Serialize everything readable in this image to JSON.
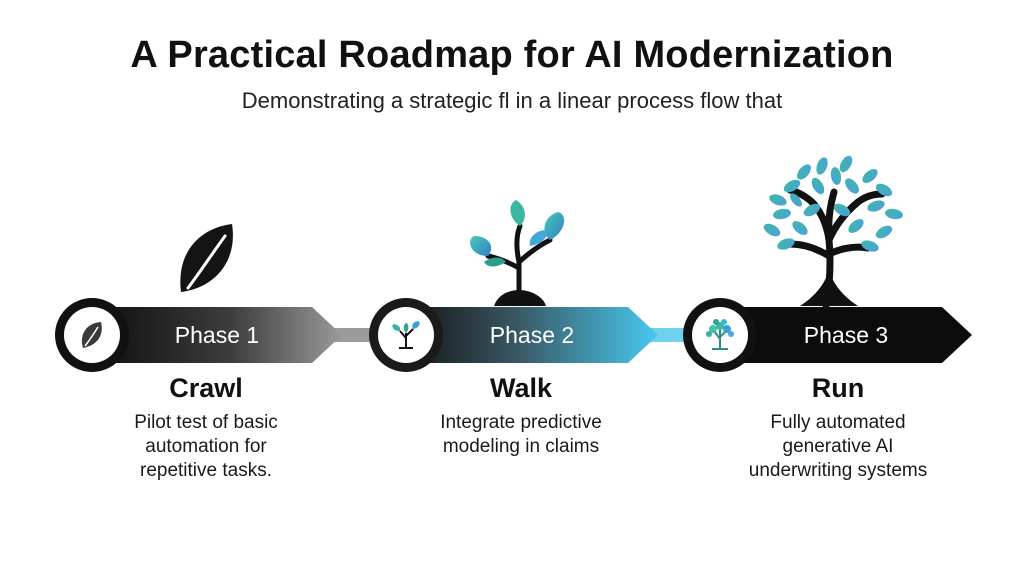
{
  "title": "A Practical Roadmap for AI Modernization",
  "subtitle": "Demonstrating a strategic fl in a linear process flow that",
  "phases": [
    {
      "label": "Phase 1",
      "name": "Crawl",
      "description_lines": [
        "Pilot test of basic",
        "automation for",
        "repetitive tasks."
      ],
      "icon": "leaf-icon"
    },
    {
      "label": "Phase 2",
      "name": "Walk",
      "description_lines": [
        "Integrate predictive",
        "modeling in claims"
      ],
      "icon": "sprout-icon"
    },
    {
      "label": "Phase 3",
      "name": "Run",
      "description_lines": [
        "Fully automated",
        "generative AI",
        "underwriting systems"
      ],
      "icon": "tree-icon"
    }
  ],
  "colors": {
    "dark": "#111111",
    "gray": "#8a8a8a",
    "cyan": "#3fc3e6",
    "teal": "#2aa89a",
    "blue": "#3a8fd0"
  }
}
